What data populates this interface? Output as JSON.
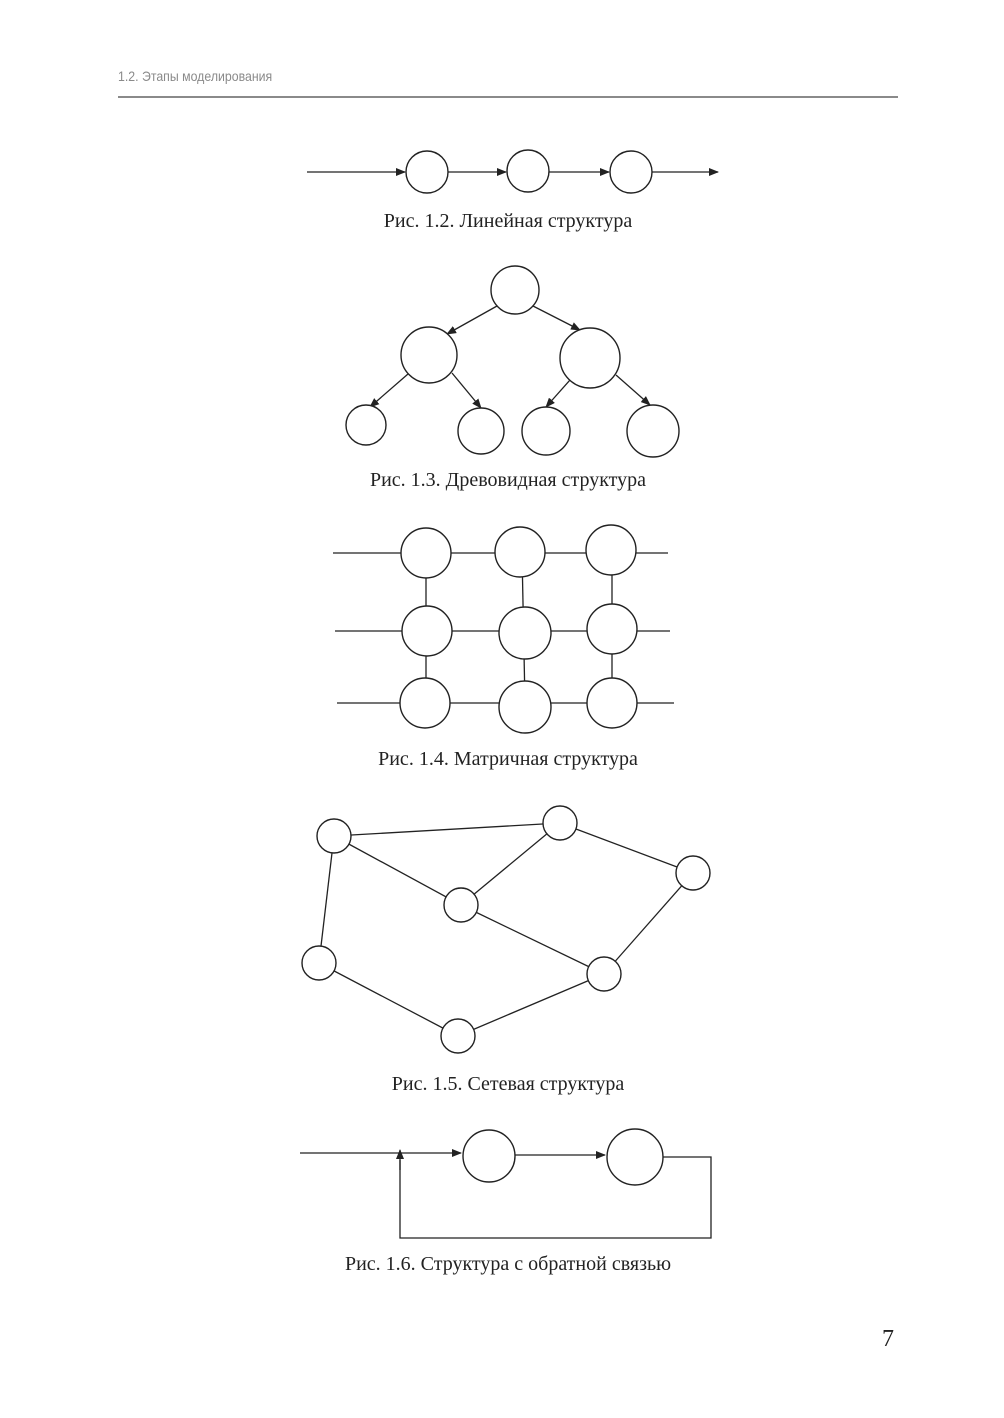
{
  "header": {
    "section": "1.2. Этапы моделирования"
  },
  "figures": [
    {
      "caption": "Рис. 1.2. Линейная структура"
    },
    {
      "caption": "Рис. 1.3. Древовидная структура"
    },
    {
      "caption": "Рис. 1.4. Матричная структура"
    },
    {
      "caption": "Рис. 1.5. Сетевая структура"
    },
    {
      "caption": "Рис. 1.6. Структура с обратной связью"
    }
  ],
  "page_number": "7"
}
